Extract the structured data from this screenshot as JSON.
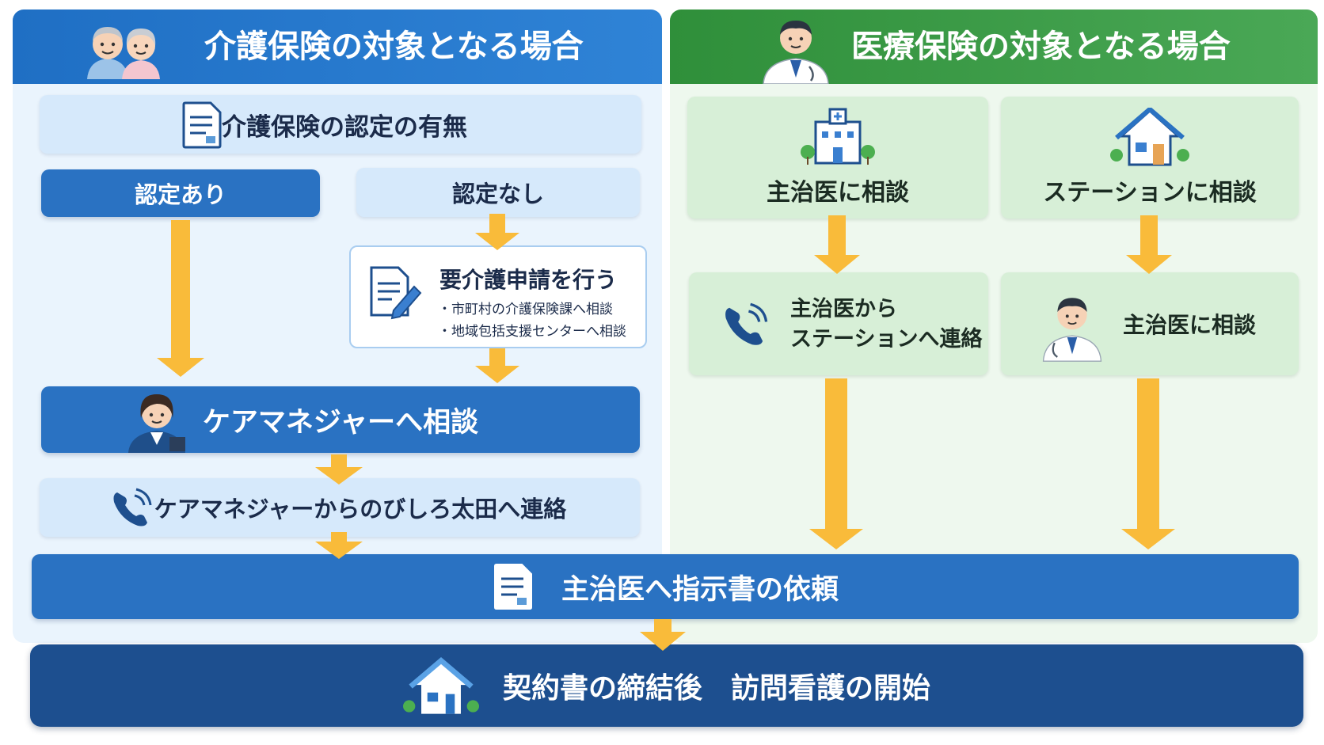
{
  "left_panel": {
    "title": "介護保険の対象となる場合",
    "certification_check": "介護保険の認定の有無",
    "certified": "認定あり",
    "not_certified": "認定なし",
    "apply_title": "要介護申請を行う",
    "apply_items": [
      "・市町村の介護保険課へ相談",
      "・地域包括支援センターへ相談"
    ],
    "consult_care_manager": "ケアマネジャーへ相談",
    "care_manager_contact": "ケアマネジャーからのびしろ太田へ連絡"
  },
  "right_panel": {
    "title": "医療保険の対象となる場合",
    "consult_doctor": "主治医に相談",
    "consult_station": "ステーションに相談",
    "doctor_contact_line1": "主治医から",
    "doctor_contact_line2": "ステーションへ連絡",
    "station_consult_doctor": "主治医に相談"
  },
  "common": {
    "request_instructions": "主治医へ指示書の依頼",
    "contract_start": "契約書の締結後　訪問看護の開始"
  },
  "colors": {
    "care_blue": "#2a72c2",
    "medical_green": "#3b9b47",
    "arrow_yellow": "#f9bb3a",
    "final_navy": "#1d4f8f"
  },
  "icons": [
    "elderly-couple-icon",
    "doctor-icon",
    "document-icon",
    "hospital-icon",
    "house-icon",
    "application-pen-icon",
    "care-manager-icon",
    "phone-icon"
  ]
}
